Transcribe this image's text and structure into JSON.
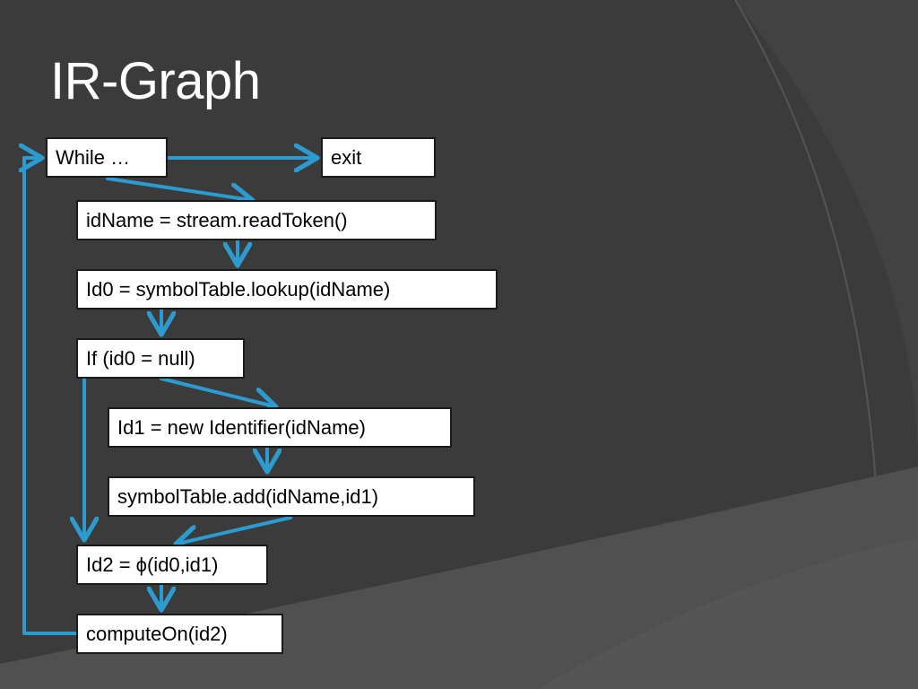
{
  "slide": {
    "title": "IR-Graph"
  },
  "colors": {
    "background": "#3b3b3b",
    "arrow": "#2c9bd0",
    "node_fill": "#ffffff",
    "node_border": "#1a1a1a",
    "title": "#ffffff"
  },
  "diagram": {
    "nodes": [
      {
        "id": "while",
        "label": "While …"
      },
      {
        "id": "exit",
        "label": "exit"
      },
      {
        "id": "read",
        "label": "idName = stream.readToken()"
      },
      {
        "id": "lookup",
        "label": "Id0 = symbolTable.lookup(idName)"
      },
      {
        "id": "if",
        "label": "If (id0 = null)"
      },
      {
        "id": "newid",
        "label": "Id1 = new Identifier(idName)"
      },
      {
        "id": "add",
        "label": "symbolTable.add(idName,id1)"
      },
      {
        "id": "phi",
        "label": "Id2 = ϕ(id0,id1)"
      },
      {
        "id": "compute",
        "label": "computeOn(id2)"
      }
    ],
    "edges": [
      {
        "from": "while",
        "to": "exit"
      },
      {
        "from": "while",
        "to": "read"
      },
      {
        "from": "read",
        "to": "lookup"
      },
      {
        "from": "lookup",
        "to": "if"
      },
      {
        "from": "if",
        "to": "newid"
      },
      {
        "from": "if",
        "to": "phi"
      },
      {
        "from": "newid",
        "to": "add"
      },
      {
        "from": "add",
        "to": "phi"
      },
      {
        "from": "phi",
        "to": "compute"
      },
      {
        "from": "compute",
        "to": "while"
      }
    ]
  }
}
